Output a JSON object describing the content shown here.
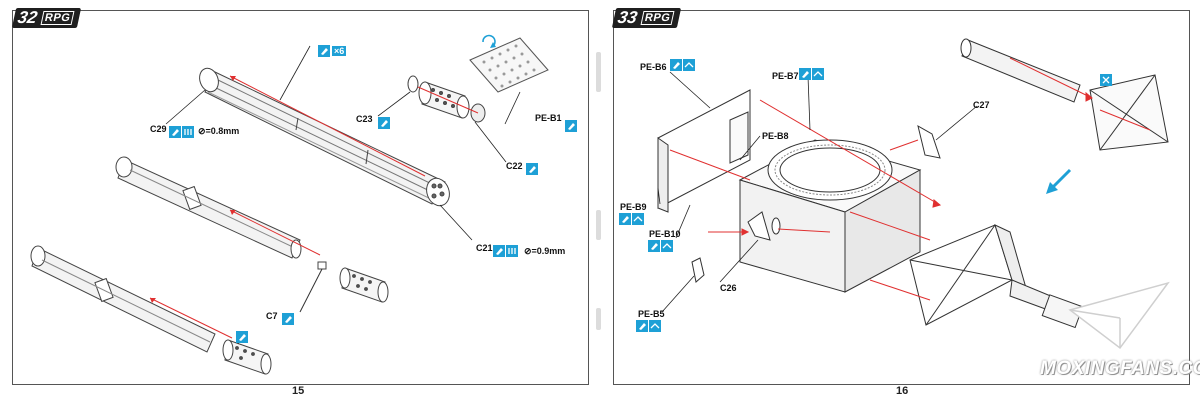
{
  "left_page": {
    "step_number": "32",
    "brand": "RPG",
    "page_number": "15",
    "labels": {
      "c29": "C29",
      "c23": "C23",
      "c22": "C22",
      "c21": "C21",
      "c7": "C7",
      "pe_b1": "PE-B1"
    },
    "multiplier": "×6",
    "drill_c29": "⊘=0.8mm",
    "drill_c21": "⊘=0.9mm"
  },
  "right_page": {
    "step_number": "33",
    "brand": "RPG",
    "page_number": "16",
    "labels": {
      "pe_b6": "PE-B6",
      "pe_b7": "PE-B7",
      "pe_b8": "PE-B8",
      "c27": "C27",
      "pe_b9": "PE-B9",
      "pe_b10": "PE-B10",
      "c26": "C26",
      "pe_b5": "PE-B5"
    }
  },
  "watermark": "MOXINGFANS.COM",
  "colors": {
    "icon_blue": "#1ea0d6",
    "arrow_red": "#e03030",
    "badge_dark": "#1f1f1f"
  },
  "icons": [
    "glue-icon",
    "bend-icon",
    "drill-icon",
    "rotate-icon",
    "cut-icon",
    "direction-arrow-icon"
  ]
}
